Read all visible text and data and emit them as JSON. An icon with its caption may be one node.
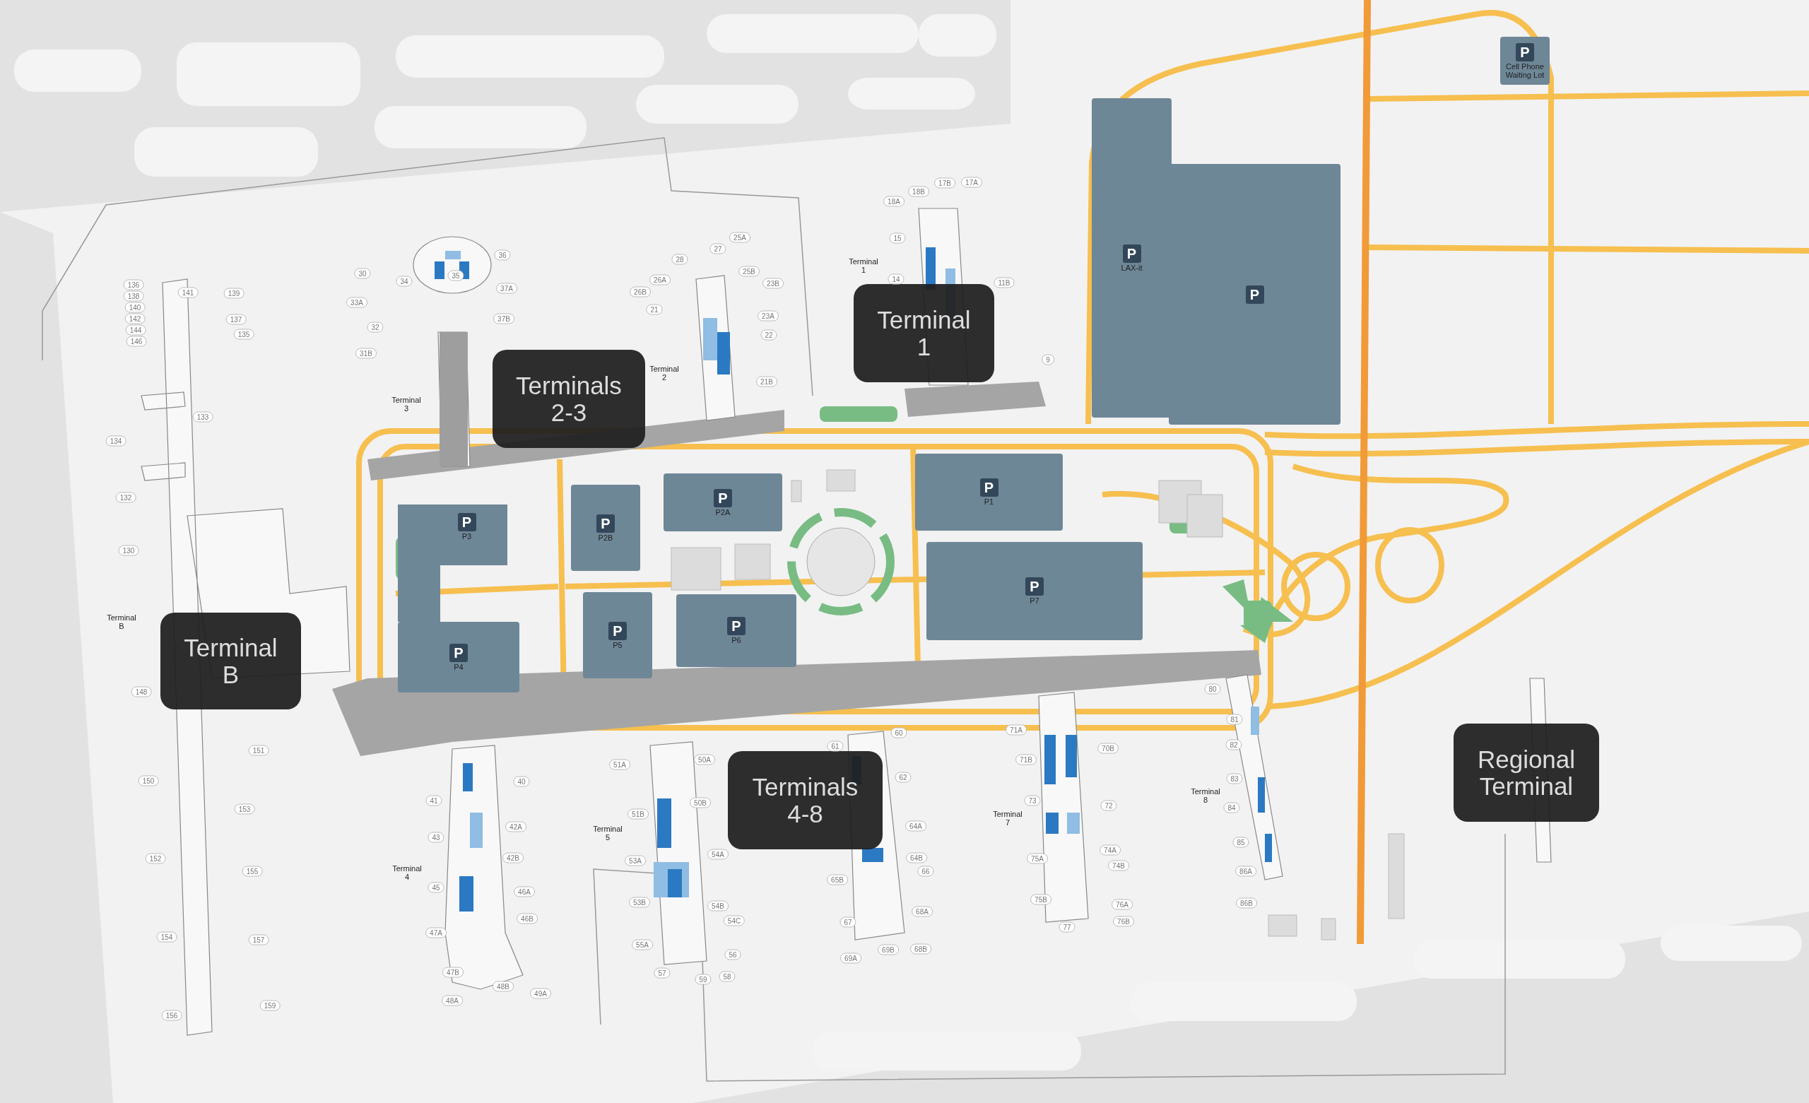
{
  "diagram": {
    "nodes": [
      {
        "text": [
          "P",
          "Cell Phone Waiting Lot"
        ]
      },
      {
        "text": [
          "P",
          "LAX-it"
        ]
      },
      {
        "text": [
          "P"
        ]
      },
      {
        "text": [
          "Terminal 1"
        ]
      },
      {
        "text": [
          "Terminals 2-3"
        ]
      },
      {
        "text": [
          "P",
          "P1"
        ]
      },
      {
        "text": [
          "P",
          "P2A"
        ]
      },
      {
        "text": [
          "P",
          "P2B"
        ]
      },
      {
        "text": [
          "P",
          "P3"
        ]
      },
      {
        "text": [
          "P",
          "P7"
        ]
      },
      {
        "text": [
          "Terminal B"
        ]
      },
      {
        "text": [
          "P",
          "P5"
        ]
      },
      {
        "text": [
          "P",
          "P6"
        ]
      },
      {
        "text": [
          "P",
          "P4"
        ]
      },
      {
        "text": [
          "Regional Terminal"
        ]
      },
      {
        "text": [
          "Terminals 4-8"
        ]
      }
    ],
    "labels": [
      "Terminal B",
      "Terminal 3",
      "Terminal 2",
      "Terminal 1",
      "Terminal 4",
      "Terminal 5",
      "Terminal 7",
      "Terminal 8",
      "136",
      "138",
      "140",
      "142",
      "144",
      "146",
      "141",
      "139",
      "137",
      "135",
      "133",
      "134",
      "132",
      "130",
      "148",
      "151",
      "150",
      "153",
      "152",
      "155",
      "154",
      "157",
      "156",
      "159",
      "30",
      "34",
      "35",
      "36",
      "37A",
      "37B",
      "33A",
      "32",
      "31B",
      "25A",
      "27",
      "28",
      "26A",
      "26B",
      "21",
      "25B",
      "23B",
      "23A",
      "22",
      "21B",
      "18A",
      "18B",
      "17B",
      "17A",
      "15",
      "14",
      "11B",
      "9",
      "41",
      "40",
      "42A",
      "43",
      "42B",
      "45",
      "46A",
      "46B",
      "47A",
      "47B",
      "48A",
      "48B",
      "49A",
      "51A",
      "50A",
      "51B",
      "50B",
      "53A",
      "54A",
      "53B",
      "54B",
      "54C",
      "55A",
      "56",
      "57",
      "58",
      "59",
      "60",
      "61",
      "62",
      "64A",
      "64B",
      "66",
      "65B",
      "68A",
      "67",
      "69A",
      "69B",
      "68B",
      "71A",
      "70B",
      "71B",
      "73",
      "72",
      "75A",
      "74A",
      "74B",
      "75B",
      "76A",
      "76B",
      "77",
      "80",
      "81",
      "82",
      "83",
      "84",
      "85",
      "86A",
      "86B"
    ]
  }
}
